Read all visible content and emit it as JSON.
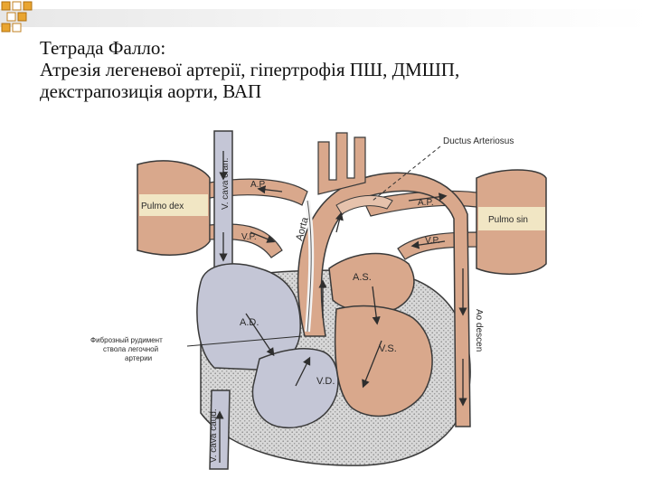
{
  "slide": {
    "title_lines": [
      "Тетрада Фалло:",
      "Атрезія легеневої артерії, гіпертрофія ПШ, ДМШП,",
      "декстрапозиція аорти, ВАП"
    ]
  },
  "diagram": {
    "labels": {
      "ductus": "Ductus Arteriosus",
      "ap_left": "A.P.",
      "ap_right": "A.P.",
      "pulmo_dex": "Pulmo dex",
      "pulmo_sin": "Pulmo sin",
      "vp_left": "V.P.",
      "vp_right": "V.P.",
      "vcava_cran": "V. cava cran.",
      "aorta": "Aorta",
      "as": "A.S.",
      "ad": "A.D.",
      "vs": "V.S.",
      "vd": "V.D.",
      "ao_descen": "Ao descen",
      "vcava_caud": "V. cava caud.",
      "rudiment_1": "Фиброзный рудимент",
      "rudiment_2": "ствола легочной",
      "rudiment_3": "артерии"
    },
    "colors": {
      "arterial": "#d9a88c",
      "venous": "#c4c6d6",
      "muscle": "#cfcfcf",
      "outline": "#3a3a3a",
      "lung_light": "#f1e6c4"
    }
  }
}
